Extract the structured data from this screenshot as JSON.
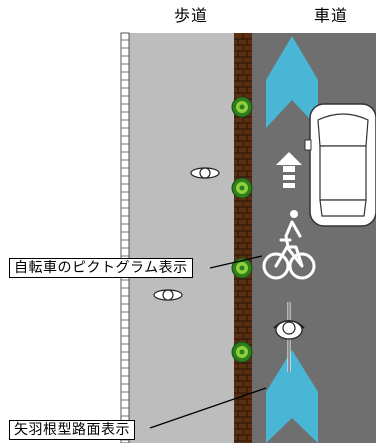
{
  "headers": {
    "sidewalk": "歩道",
    "roadway": "車道"
  },
  "callouts": {
    "bicycle_pictogram": "自転車のピクトグラム表示",
    "arrow_feather_marking": "矢羽根型路面表示"
  },
  "colors": {
    "sidewalk": "#bdbdbd",
    "roadway": "#6f6f6f",
    "brick_strip": "#5a2e12",
    "curb": "#ffffff",
    "arrow_marking": "#4ab6d6",
    "shrub": "#2e7d1f",
    "car": "#ffffff",
    "bicycle_pictogram": "#ffffff"
  },
  "icons": {
    "pedestrian": "pedestrian-top-view-icon",
    "shrub": "shrub-icon",
    "car": "car-top-view-icon",
    "bicycle_pictogram": "bicycle-pictogram-icon",
    "cyclist": "cyclist-top-view-icon",
    "direction_arrow": "direction-arrow-icon"
  }
}
